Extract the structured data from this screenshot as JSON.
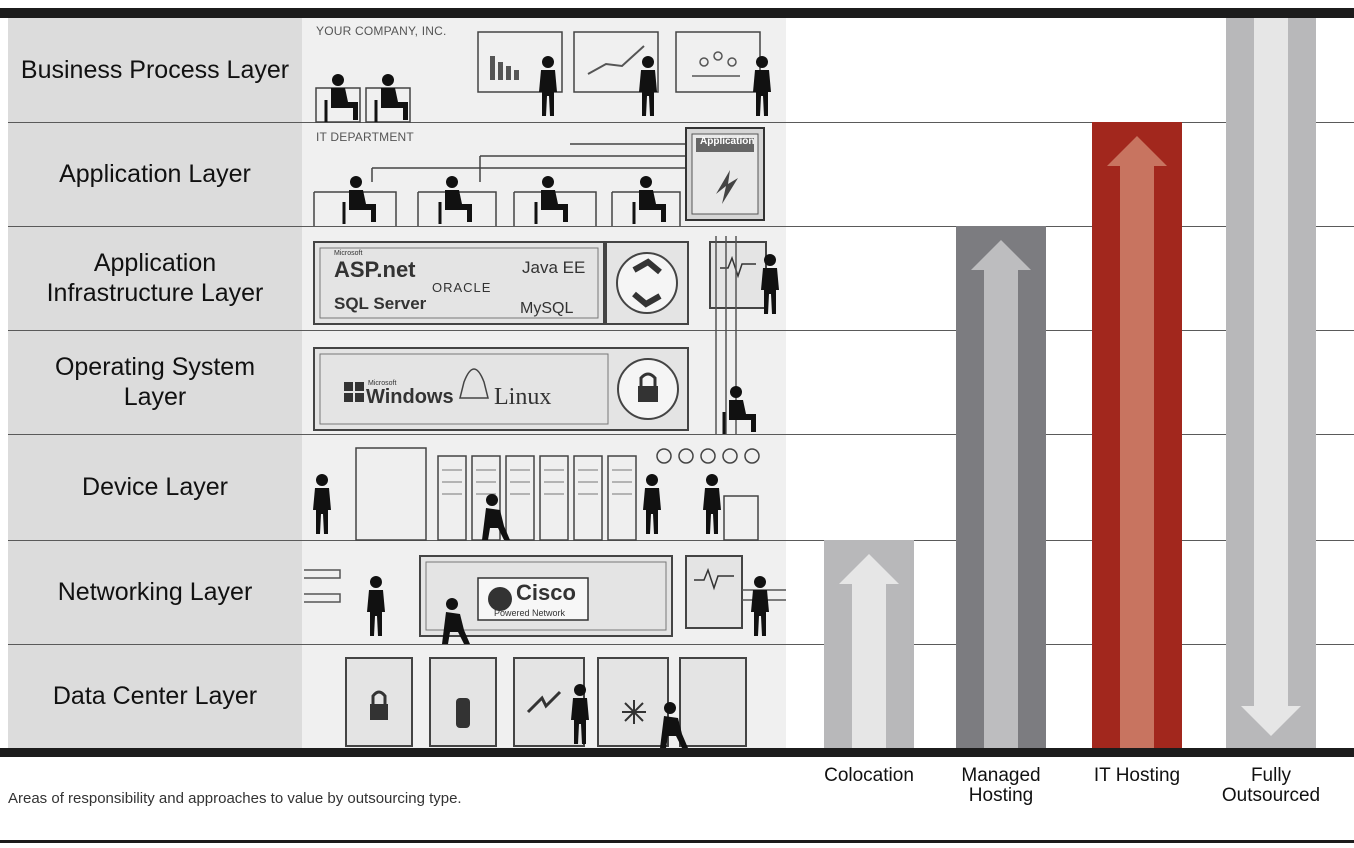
{
  "layers": [
    {
      "label": "Business Process Layer"
    },
    {
      "label": "Application Layer"
    },
    {
      "label": "Application Infrastructure Layer"
    },
    {
      "label": "Operating System Layer"
    },
    {
      "label": "Device Layer"
    },
    {
      "label": "Networking Layer"
    },
    {
      "label": "Data Center Layer"
    }
  ],
  "section_notes": {
    "business": "YOUR COMPANY, INC.",
    "it": "IT DEPARTMENT"
  },
  "app_box": {
    "title": "Application"
  },
  "brands": {
    "ms_small": "Microsoft",
    "aspnet": "ASP.net",
    "java": "Java EE",
    "oracle": "ORACLE",
    "sqlserver": "SQL Server",
    "mysql": "MySQL",
    "windows_small": "Microsoft",
    "windows": "Windows",
    "linux": "Linux",
    "cisco": "Cisco",
    "cisco_sub": "Powered Network"
  },
  "bars": [
    {
      "name": "Colocation",
      "from_layer": "Networking Layer",
      "to_layer": "Data Center Layer",
      "direction": "up",
      "color": "#b8b8ba",
      "inner_color": "#e6e6e6"
    },
    {
      "name": "Managed Hosting",
      "from_layer": "Application Infrastructure Layer",
      "to_layer": "Data Center Layer",
      "direction": "up",
      "color": "#7c7c80",
      "inner_color": "#bdbdbf"
    },
    {
      "name": "IT Hosting",
      "from_layer": "Application Layer",
      "to_layer": "Data Center Layer",
      "direction": "up",
      "color": "#a2271d",
      "inner_color": "#c87460"
    },
    {
      "name": "Fully Outsourced",
      "from_layer": "Business Process Layer",
      "to_layer": "Data Center Layer",
      "direction": "down",
      "color": "#b8b8ba",
      "inner_color": "#e6e6e6"
    }
  ],
  "caption": "Areas of responsibility and approaches to value by outsourcing type."
}
